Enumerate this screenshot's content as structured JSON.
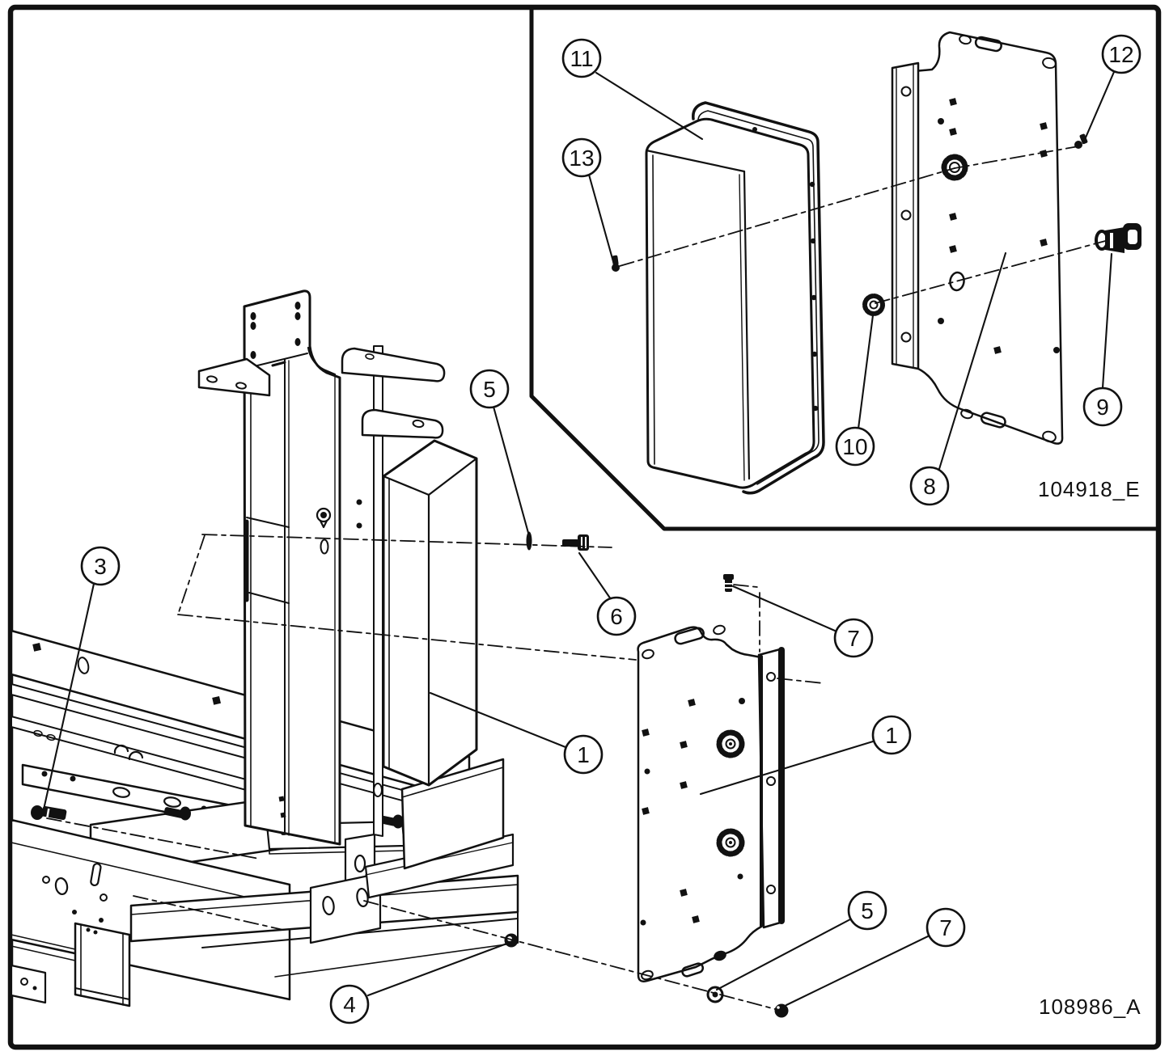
{
  "diagram": {
    "type": "exploded-parts-diagram",
    "background_color": "#ffffff",
    "line_color": "#111111",
    "inset": {
      "drawing_number": "104918_E",
      "callouts": {
        "c11": "11",
        "c13": "13",
        "c12": "12",
        "c9": "9",
        "c10": "10",
        "c8": "8"
      }
    },
    "main": {
      "drawing_number": "108986_A",
      "callouts": {
        "c5a": "5",
        "c6": "6",
        "c3": "3",
        "c1a": "1",
        "c7a": "7",
        "c1b": "1",
        "c4": "4",
        "c5b": "5",
        "c7b": "7"
      }
    }
  }
}
